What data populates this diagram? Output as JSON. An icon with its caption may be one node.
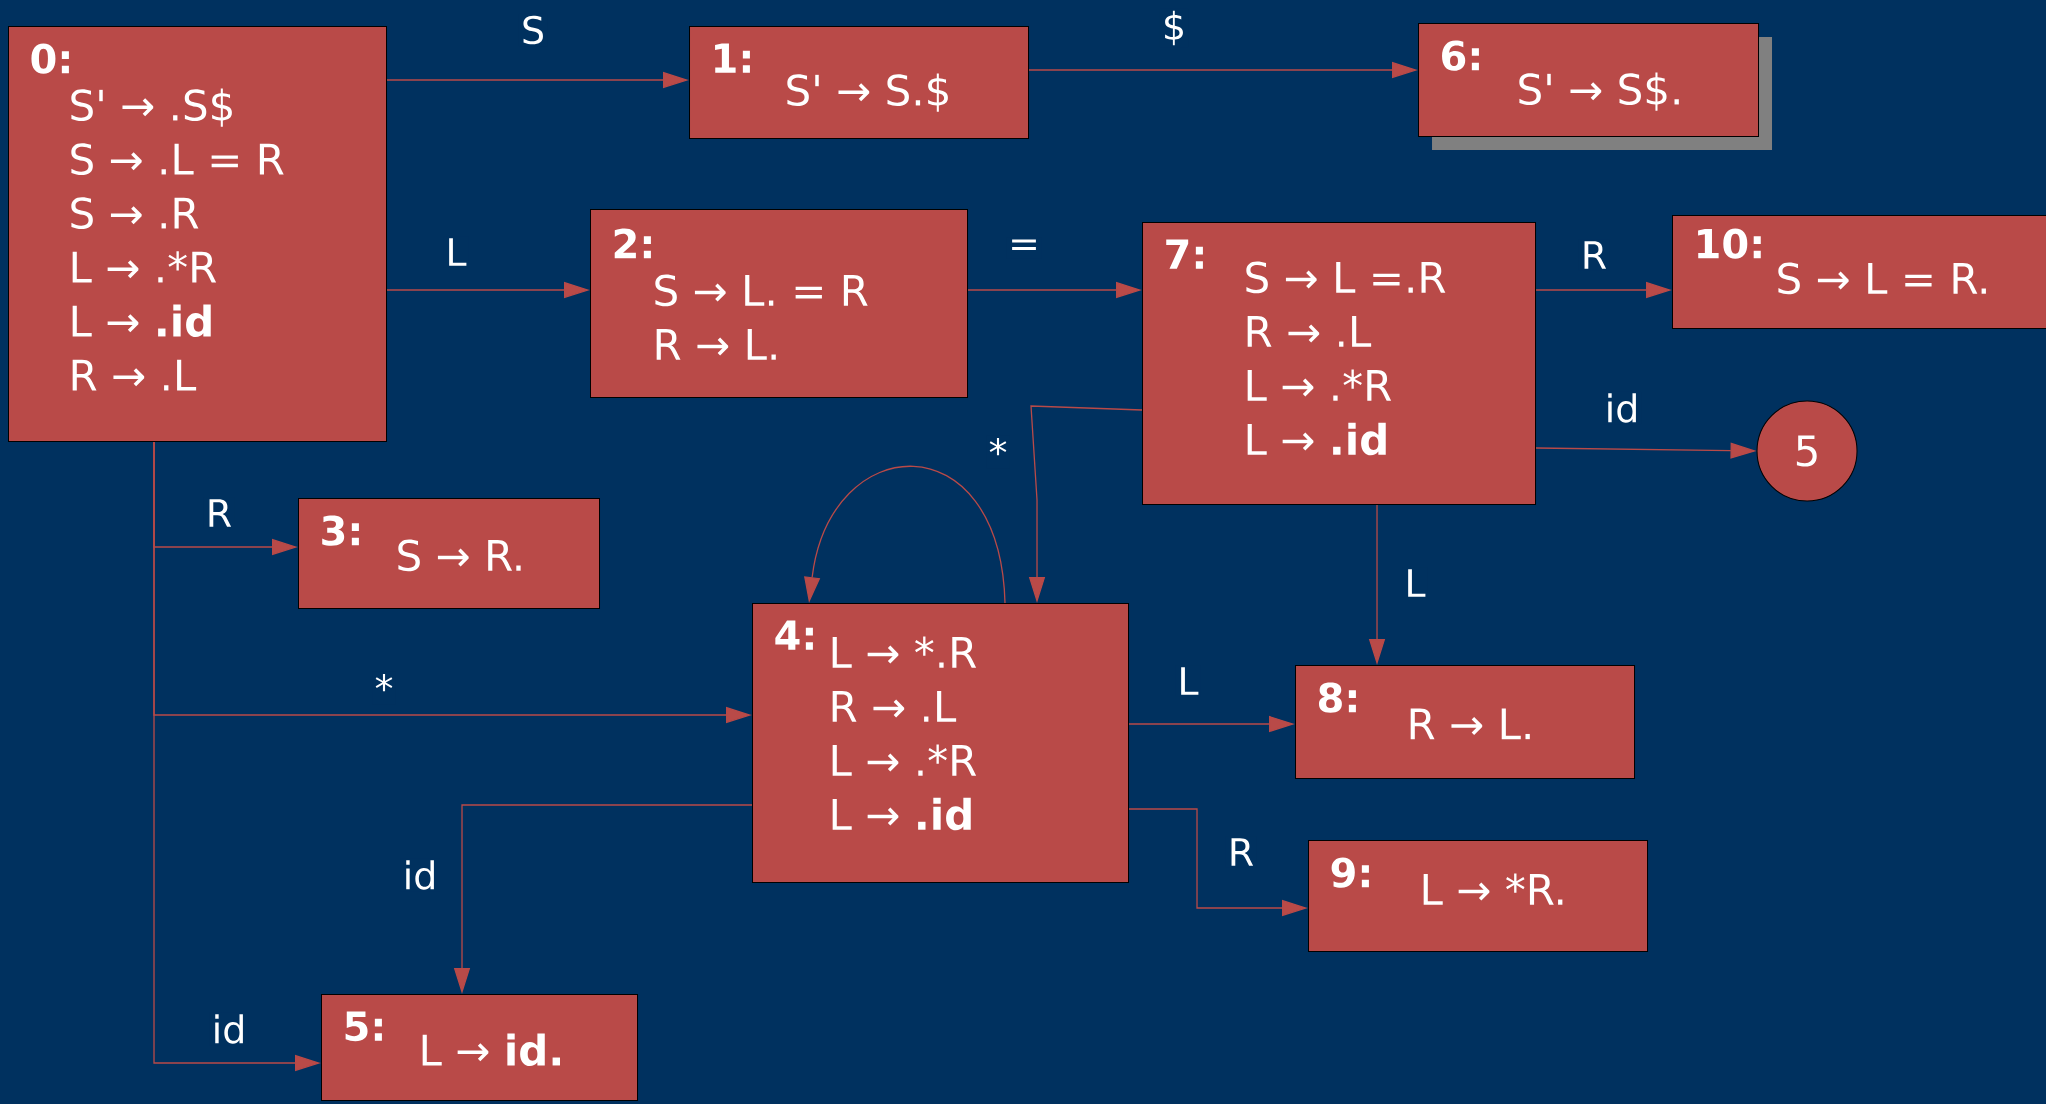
{
  "diagram": {
    "nodes": [
      {
        "text": [
          "0:",
          "S' → .S$",
          "S → .L = R",
          "S → .R",
          "L → .*R",
          "L → **.id**",
          "R → .L"
        ]
      },
      {
        "text": [
          "1:",
          "S' → S.$"
        ]
      },
      {
        "text": [
          "6:",
          "S' → S$."
        ]
      },
      {
        "text": [
          "2:",
          "S → L. = R",
          "R → L."
        ]
      },
      {
        "text": [
          "7:",
          "S → L =.R",
          "R → .L",
          "L → .*R",
          "L → **.id**"
        ]
      },
      {
        "text": [
          "10:",
          "S → L = R."
        ]
      },
      {
        "text": [
          "5"
        ]
      },
      {
        "text": [
          "3:",
          "S → R."
        ]
      },
      {
        "text": [
          "4:",
          "L → *.R",
          "R → .L",
          "L → .*R",
          "L → **.id**"
        ]
      },
      {
        "text": [
          "8:",
          "R → L."
        ]
      },
      {
        "text": [
          "9:",
          "L → *R."
        ]
      },
      {
        "text": [
          "5:",
          "L → **id.**"
        ]
      }
    ],
    "edges": [
      {
        "from": 0,
        "to": 1,
        "arrow": "to",
        "label": "S"
      },
      {
        "from": 1,
        "to": 2,
        "arrow": "to",
        "label": "$"
      },
      {
        "from": 0,
        "to": 3,
        "arrow": "to",
        "label": "L"
      },
      {
        "from": 3,
        "to": 4,
        "arrow": "to",
        "label": "="
      },
      {
        "from": 4,
        "to": 5,
        "arrow": "to",
        "label": "R"
      },
      {
        "from": 4,
        "to": 6,
        "arrow": "to",
        "label": "id"
      },
      {
        "from": 4,
        "to": 8,
        "arrow": "to",
        "label": "*"
      },
      {
        "from": 8,
        "to": 8,
        "arrow": "to"
      },
      {
        "from": 4,
        "to": 9,
        "arrow": "to",
        "label": "L"
      },
      {
        "from": 0,
        "to": 7,
        "arrow": "to",
        "label": "R"
      },
      {
        "from": 0,
        "to": 8,
        "arrow": "to",
        "label": "*"
      },
      {
        "from": 0,
        "to": 11,
        "arrow": "to",
        "label": "id"
      },
      {
        "from": 8,
        "to": 9,
        "arrow": "to",
        "label": "L"
      },
      {
        "from": 8,
        "to": 10,
        "arrow": "to",
        "label": "R"
      },
      {
        "from": 8,
        "to": 11,
        "arrow": "to",
        "label": "id"
      }
    ]
  }
}
